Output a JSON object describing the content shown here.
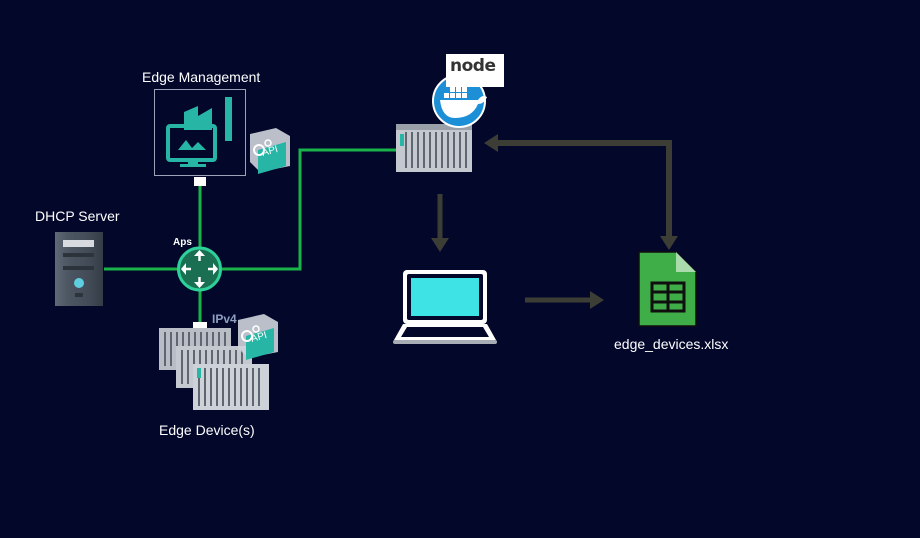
{
  "labels": {
    "edge_management": "Edge Management",
    "dhcp_server": "DHCP Server",
    "aps": "Aps",
    "ipv4": "IPv4",
    "edge_devices": "Edge Device(s)",
    "excel_file": "edge_devices.xlsx",
    "api": "API",
    "node": "node"
  },
  "colors": {
    "background": "#03072a",
    "link_green": "#19b34a",
    "teal": "#27b6a6",
    "arrow_gray": "#3c3d35",
    "excel_green": "#3fae49",
    "docker_blue": "#1d8fd6"
  },
  "icons": [
    "factory-monitor-icon",
    "router-icon",
    "server-tower-icon",
    "industrial-pc-icon",
    "docker-icon",
    "nodejs-logo-icon",
    "laptop-icon",
    "spreadsheet-file-icon",
    "api-gear-icon"
  ]
}
